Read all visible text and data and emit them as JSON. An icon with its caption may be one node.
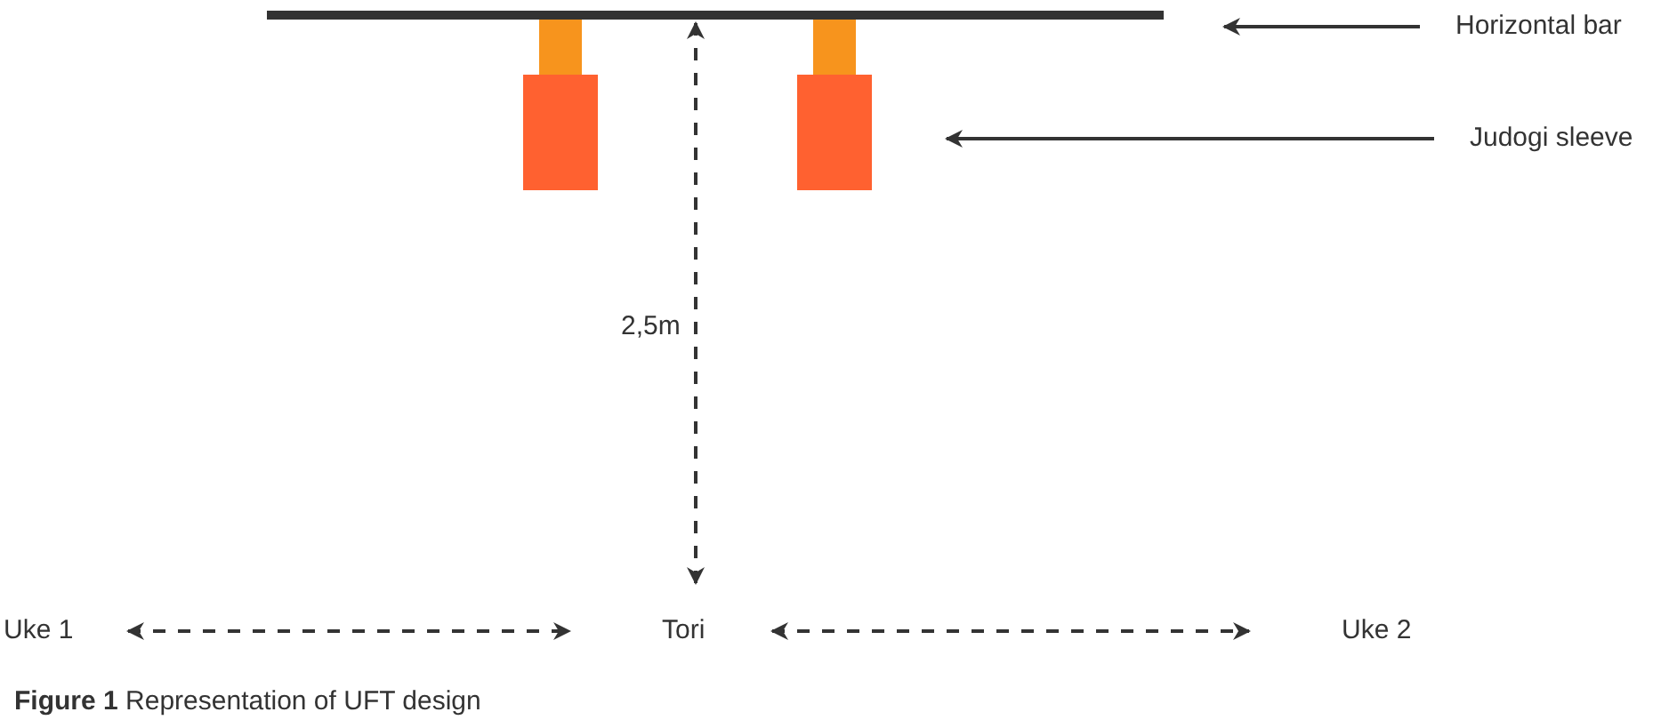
{
  "diagram": {
    "caption": "**Figure 1** Representation of UFT design",
    "nodes": [
      {
        "text": [
          "Horizontal bar"
        ]
      },
      {
        "text": [],
        "shape": "bar"
      },
      {
        "text": [],
        "shape": "box"
      },
      {
        "text": [],
        "shape": "box"
      },
      {
        "text": [
          "Judogi sleeve"
        ]
      },
      {
        "text": [
          "Uke 1"
        ]
      },
      {
        "text": [
          "Tori"
        ]
      },
      {
        "text": [
          "Uke 2"
        ]
      }
    ],
    "edges": [
      {
        "from": 0,
        "to": 1,
        "arrow": "to"
      },
      {
        "from": 4,
        "to": 3,
        "arrow": "to"
      },
      {
        "from": 1,
        "to": 6,
        "arrow": "both",
        "style": "dashed",
        "label": "2,5m"
      },
      {
        "from": 5,
        "to": 6,
        "arrow": "both",
        "style": "dashed"
      },
      {
        "from": 6,
        "to": 7,
        "arrow": "both",
        "style": "dashed"
      }
    ]
  }
}
